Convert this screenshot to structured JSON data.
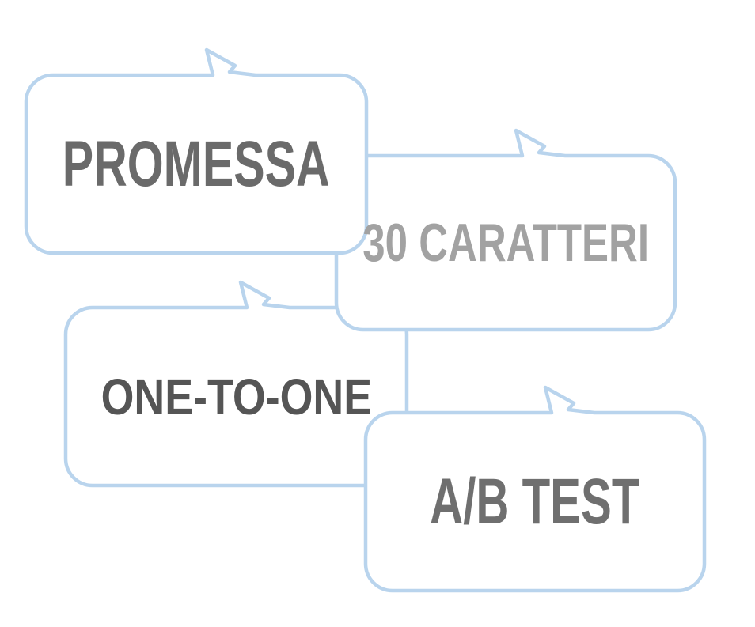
{
  "slide": {
    "background_color": "#ffffff",
    "bubble_border_color": "#b9d4ed",
    "bubbles": [
      {
        "id": "promessa",
        "label": "PROMESSA",
        "text_color": "#6a6a6a"
      },
      {
        "id": "30-caratteri",
        "label": "30 CARATTERI",
        "text_color": "#a2a2a2"
      },
      {
        "id": "one-to-one",
        "label": "ONE-TO-ONE",
        "text_color": "#555555"
      },
      {
        "id": "ab-test",
        "label": "A/B TEST",
        "text_color": "#6f6f6f"
      }
    ]
  }
}
